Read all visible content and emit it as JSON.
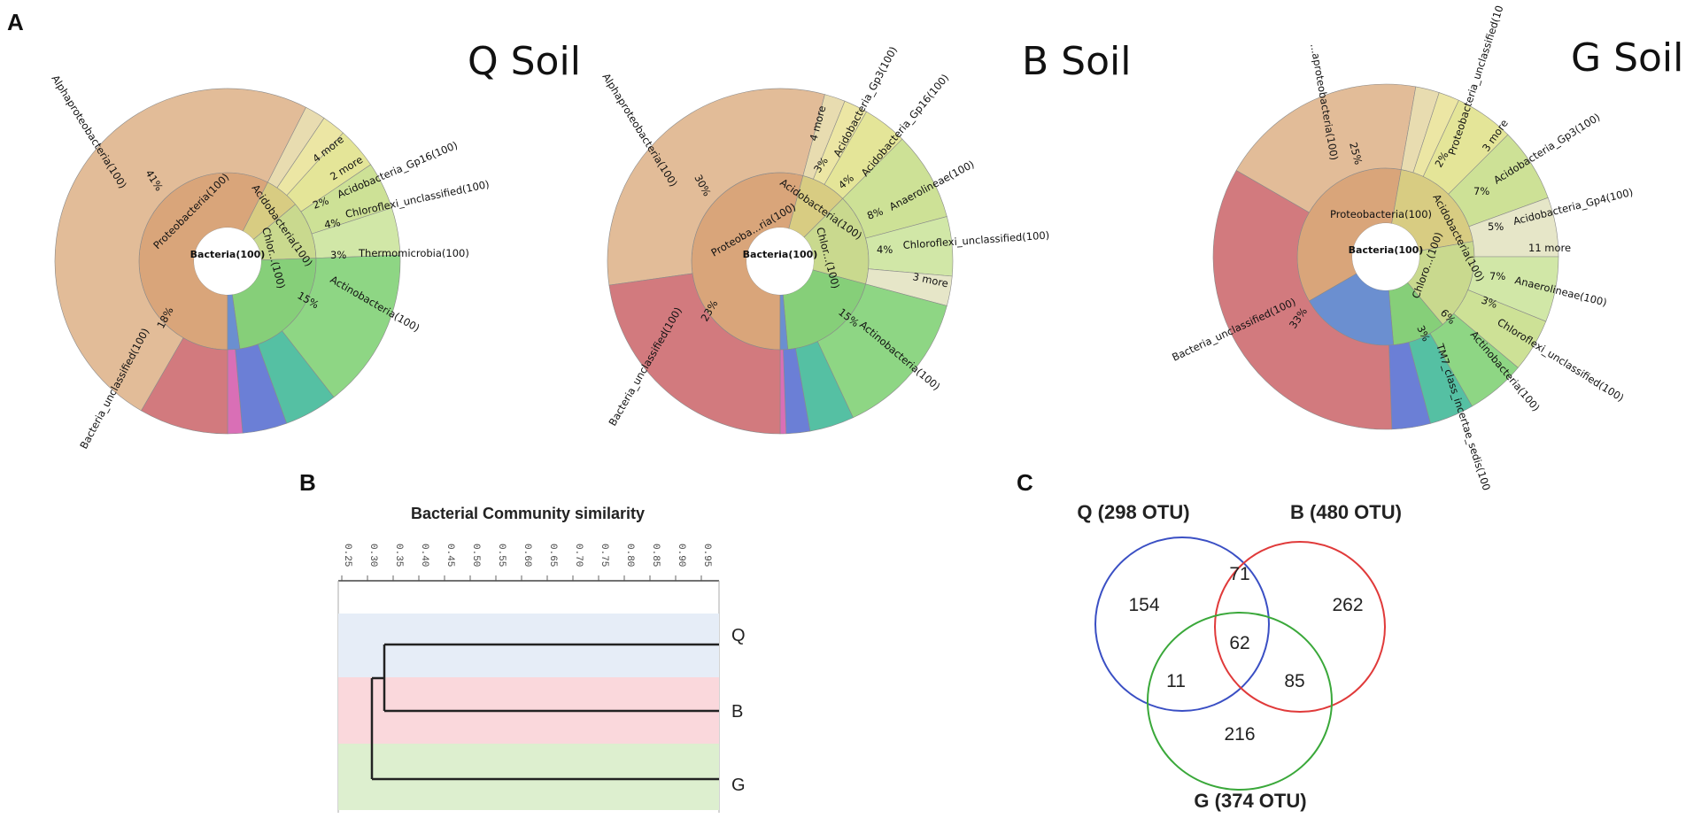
{
  "panels": {
    "a_label": "A",
    "b_label": "B",
    "c_label": "C"
  },
  "krona": [
    {
      "title": "Q Soil",
      "center": "Bacteria(100)",
      "inner_labels": [
        "Proteobacteria(100)",
        "Acidobacteria(100)",
        "Chlor...(100)"
      ],
      "outer_labels": [
        "Alphaproteobacteria(100)",
        "4 more",
        "2 more",
        "Acidobacteria_Gp16(100)",
        "Chloroflexi_unclassified(100)",
        "Thermomicrobia(100)",
        "Actinobacteria(100)",
        "Bacteria_unclassified(100)"
      ],
      "percents": [
        "41%",
        "2%",
        "4%",
        "3%",
        "15%",
        "18%"
      ]
    },
    {
      "title": "B Soil",
      "center": "Bacteria(100)",
      "inner_labels": [
        "Proteoba...ria(100)",
        "Acidobacteria(100)",
        "Chlor...(100)"
      ],
      "outer_labels": [
        "Alphaproteobacteria(100)",
        "4 more",
        "Acidobacteria_Gp3(100)",
        "Acidobacteria_Gp16(100)",
        "Anaerolineae(100)",
        "Chloroflexi_unclassified(100)",
        "3 more",
        "Actinobacteria(100)",
        "Bacteria_unclassified(100)"
      ],
      "percents": [
        "30%",
        "3%",
        "4%",
        "8%",
        "4%",
        "15%",
        "23%"
      ]
    },
    {
      "title": "G Soil",
      "center": "Bacteria(100)",
      "inner_labels": [
        "Proteobacteria(100)",
        "Acidobacteria(100)",
        "Chloro...(100)"
      ],
      "outer_labels": [
        "...aproteobacteria(100)",
        "Proteobacteria_unclassified(10",
        "3 more",
        "Acidobacteria_Gp3(100)",
        "Acidobacteria_Gp4(100)",
        "11 more",
        "Anaerolineae(100)",
        "Chloroflexi_unclassified(100)",
        "Actinobacteria(100)",
        "TM7_class_incertae_sedis(100",
        "Bacteria_unclassified(100)"
      ],
      "percents": [
        "25%",
        "2%",
        "7%",
        "5%",
        "7%",
        "3%",
        "6%",
        "3%",
        "33%"
      ]
    }
  ],
  "dendrogram": {
    "title": "Bacterial Community similarity",
    "ticks": [
      "0.25",
      "0.30",
      "0.35",
      "0.40",
      "0.45",
      "0.50",
      "0.55",
      "0.60",
      "0.65",
      "0.70",
      "0.75",
      "0.80",
      "0.85",
      "0.90",
      "0.95"
    ],
    "leaves": [
      "Q",
      "B",
      "G"
    ],
    "band_colors": [
      "#e6edf7",
      "#fad8dc",
      "#ddefcf"
    ]
  },
  "chart_data": {
    "type": "venn",
    "sets": [
      {
        "name": "Q (298 OTU)",
        "color": "#3a4fc4"
      },
      {
        "name": "B (480 OTU)",
        "color": "#e03a3a"
      },
      {
        "name": "G (374 OTU)",
        "color": "#3aa83a"
      }
    ],
    "regions": {
      "Q_only": "154",
      "B_only": "262",
      "G_only": "216",
      "QB": "71",
      "QG": "11",
      "BG": "85",
      "QBG": "62"
    }
  }
}
